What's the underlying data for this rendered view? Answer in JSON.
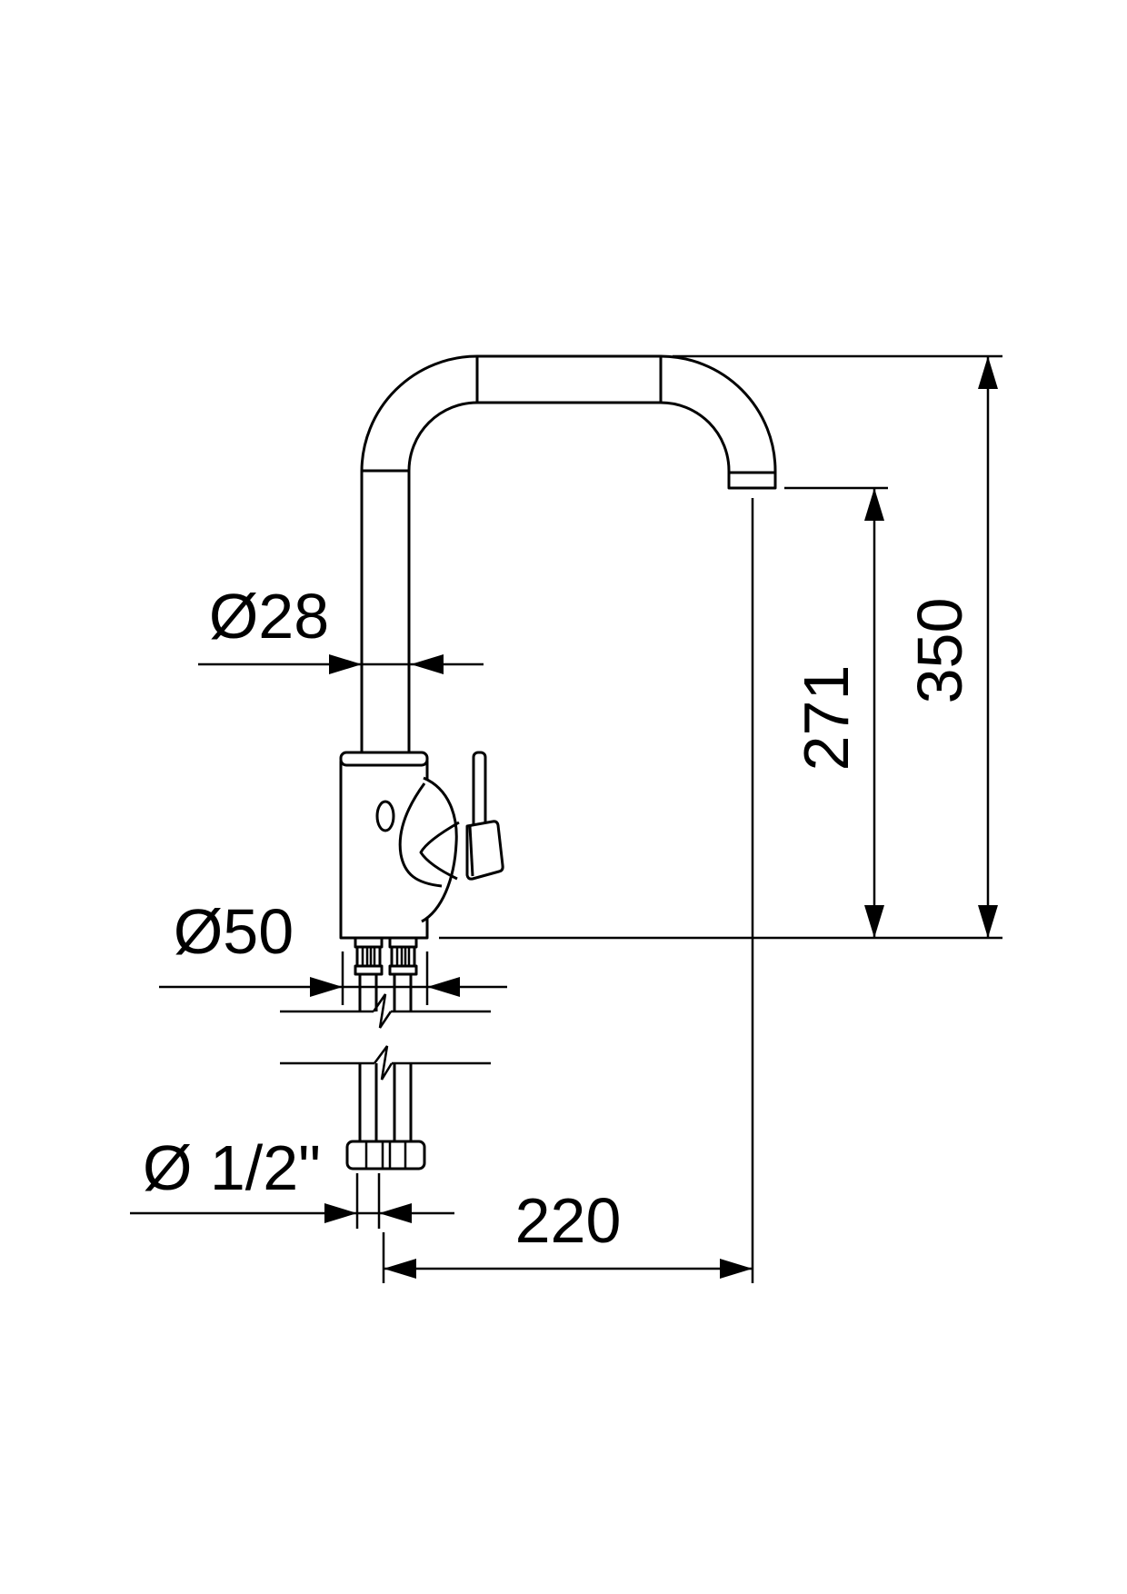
{
  "drawing": {
    "background_color": "#ffffff",
    "line_color": "#000000",
    "labels": {
      "tube_diameter": "Ø28",
      "base_diameter": "Ø50",
      "connection_size": "Ø 1/2\"",
      "spout_reach": "220",
      "outlet_height": "271",
      "overall_height": "350"
    }
  }
}
